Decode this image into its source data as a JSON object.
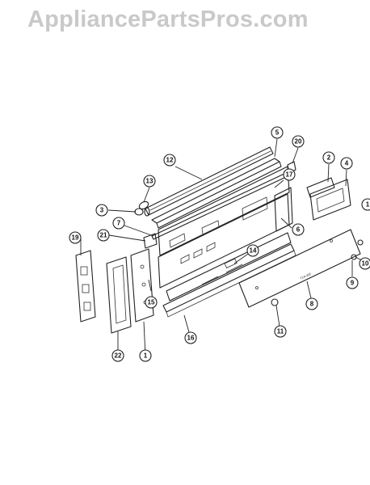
{
  "watermark": "AppliancePartsPros.com",
  "diagram": {
    "labels": [
      {
        "id": "5",
        "text": "5"
      },
      {
        "id": "20",
        "text": "20"
      },
      {
        "id": "12",
        "text": "12"
      },
      {
        "id": "2",
        "text": "2"
      },
      {
        "id": "4",
        "text": "4"
      },
      {
        "id": "1x",
        "text": "1"
      },
      {
        "id": "13",
        "text": "13"
      },
      {
        "id": "17",
        "text": "17"
      },
      {
        "id": "3",
        "text": "3"
      },
      {
        "id": "7",
        "text": "7"
      },
      {
        "id": "6",
        "text": "6"
      },
      {
        "id": "19",
        "text": "19"
      },
      {
        "id": "21",
        "text": "21"
      },
      {
        "id": "14",
        "text": "14"
      },
      {
        "id": "10",
        "text": "10"
      },
      {
        "id": "15",
        "text": "15"
      },
      {
        "id": "9",
        "text": "9"
      },
      {
        "id": "8",
        "text": "8"
      },
      {
        "id": "16",
        "text": "16"
      },
      {
        "id": "11",
        "text": "11"
      },
      {
        "id": "22",
        "text": "22"
      },
      {
        "id": "1",
        "text": "1"
      }
    ],
    "panel_stamp": "T2A-W5"
  }
}
